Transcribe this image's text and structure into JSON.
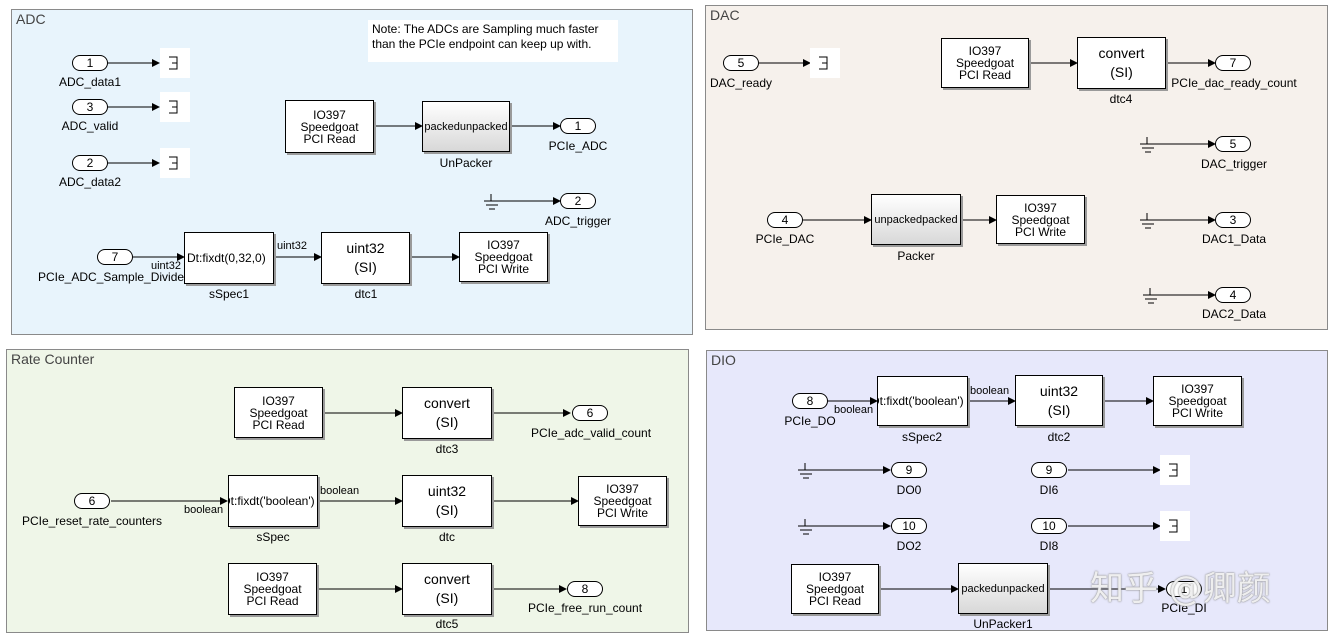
{
  "areas": {
    "adc": "ADC",
    "dac": "DAC",
    "rate": "Rate Counter",
    "dio": "DIO"
  },
  "colors": {
    "adc_bg": "#e8f4fc",
    "dac_bg": "#f6f1ec",
    "rate_bg": "#eff6e8",
    "dio_bg": "#e7e8fb"
  },
  "note": {
    "line1": "Note: The ADCs are Sampling much faster",
    "line2": "than the PCIe endpoint can keep up with."
  },
  "pci": {
    "read": [
      "IO397",
      "Speedgoat",
      "PCI Read"
    ],
    "write": [
      "IO397",
      "Speedgoat",
      "PCI Write"
    ]
  },
  "blocks": {
    "convert": [
      "convert",
      "(SI)"
    ],
    "uint32": [
      "uint32",
      "(SI)"
    ],
    "fixdt": "Dt:fixdt(0,32,0)",
    "fixdt_bool": "Dt:fixdt('boolean')",
    "packed": "packed",
    "unpacked": "unpacked"
  },
  "ports": {
    "adc_data1": {
      "num": "1",
      "name": "ADC_data1"
    },
    "adc_valid": {
      "num": "3",
      "name": "ADC_valid"
    },
    "adc_data2": {
      "num": "2",
      "name": "ADC_data2"
    },
    "pcie_adc": {
      "num": "1",
      "name": "PCIe_ADC"
    },
    "adc_trigger": {
      "num": "2",
      "name": "ADC_trigger"
    },
    "adc_div": {
      "num": "7",
      "name": "PCIe_ADC_Sample_Divide"
    },
    "dac_ready": {
      "num": "5",
      "name": "DAC_ready"
    },
    "dac_ready_count": {
      "num": "7",
      "name": "PCIe_dac_ready_count"
    },
    "dac_trigger": {
      "num": "5",
      "name": "DAC_trigger"
    },
    "pcie_dac": {
      "num": "4",
      "name": "PCIe_DAC"
    },
    "dac1": {
      "num": "3",
      "name": "DAC1_Data"
    },
    "dac2": {
      "num": "4",
      "name": "DAC2_Data"
    },
    "adc_valid_count": {
      "num": "6",
      "name": "PCIe_adc_valid_count"
    },
    "reset_rate": {
      "num": "6",
      "name": "PCIe_reset_rate_counters"
    },
    "free_run": {
      "num": "8",
      "name": "PCIe_free_run_count"
    },
    "pcie_do": {
      "num": "8",
      "name": "PCIe_DO"
    },
    "do0": {
      "num": "9",
      "name": "DO0"
    },
    "do2": {
      "num": "10",
      "name": "DO2"
    },
    "di6": {
      "num": "9",
      "name": "DI6"
    },
    "di8": {
      "num": "10",
      "name": "DI8"
    },
    "pcie_di": {
      "num": "1",
      "name": "PCIe_DI"
    }
  },
  "names": {
    "unpacker": "UnPacker",
    "sspec1": "sSpec1",
    "dtc1": "dtc1",
    "dtc4": "dtc4",
    "packer": "Packer",
    "dtc3": "dtc3",
    "sspec": "sSpec",
    "dtc": "dtc",
    "dtc5": "dtc5",
    "sspec2": "sSpec2",
    "dtc2": "dtc2",
    "unpacker1": "UnPacker1"
  },
  "signals": {
    "uint32": "uint32",
    "boolean": "boolean"
  },
  "watermark": "知乎 @卿颜"
}
